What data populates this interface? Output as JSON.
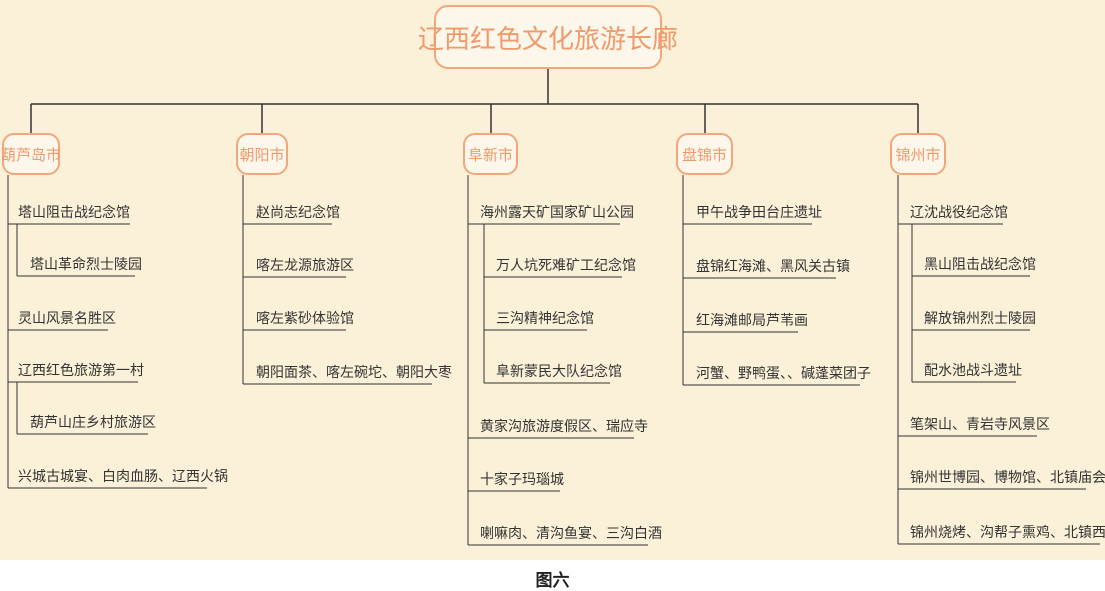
{
  "root": "辽西红色文化旅游长廊",
  "caption": "图六",
  "cities": {
    "huludao": {
      "name": "葫芦岛市",
      "items": [
        "塔山阻击战纪念馆",
        "塔山革命烈士陵园",
        "灵山风景名胜区",
        "辽西红色旅游第一村",
        "葫芦山庄乡村旅游区",
        "兴城古城宴、白肉血肠、辽西火锅"
      ]
    },
    "chaoyang": {
      "name": "朝阳市",
      "items": [
        "赵尚志纪念馆",
        "喀左龙源旅游区",
        "喀左紫砂体验馆",
        "朝阳面茶、喀左碗坨、朝阳大枣"
      ]
    },
    "fuxin": {
      "name": "阜新市",
      "items": [
        "海州露天矿国家矿山公园",
        "万人坑死难矿工纪念馆",
        "三沟精神纪念馆",
        "阜新蒙民大队纪念馆",
        "黄家沟旅游度假区、瑞应寺",
        "十家子玛瑙城",
        "喇嘛肉、清沟鱼宴、三沟白酒"
      ]
    },
    "panjin": {
      "name": "盘锦市",
      "items": [
        "甲午战争田台庄遗址",
        "盘锦红海滩、黑风关古镇",
        "红海滩邮局芦苇画",
        "河蟹、野鸭蛋、、碱蓬菜团子"
      ]
    },
    "jinzhou": {
      "name": "锦州市",
      "items": [
        "辽沈战役纪念馆",
        "黑山阻击战纪念馆",
        "解放锦州烈士陵园",
        "配水池战斗遗址",
        "笔架山、青岩寺风景区",
        "锦州世博园、博物馆、北镇庙会",
        "锦州烧烤、沟帮子熏鸡、北镇西茶"
      ]
    }
  }
}
